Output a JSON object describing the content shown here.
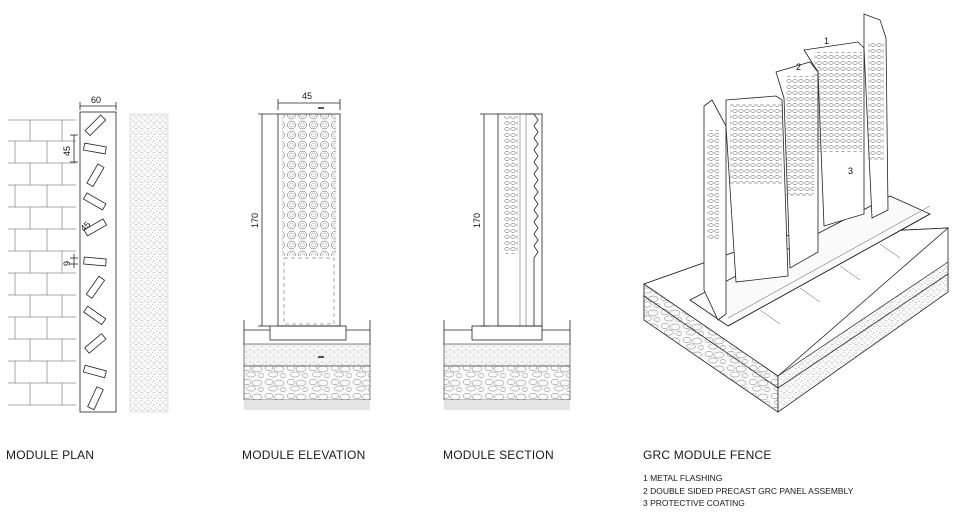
{
  "captions": {
    "plan": "MODULE PLAN",
    "elevation": "MODULE ELEVATION",
    "section": "MODULE SECTION",
    "fence": "GRC MODULE FENCE"
  },
  "dimensions": {
    "plan_width": "60",
    "plan_spacing": "45",
    "plan_angle_spacing": "45",
    "plan_gap": "9",
    "elevation_width": "45",
    "elevation_height": "170",
    "section_height": "170"
  },
  "callouts": [
    "1",
    "2",
    "3"
  ],
  "legend": [
    "1  METAL FLASHING",
    "2  DOUBLE SIDED PRECAST GRC PANEL ASSEMBLY",
    "3  PROTECTIVE COATING"
  ]
}
